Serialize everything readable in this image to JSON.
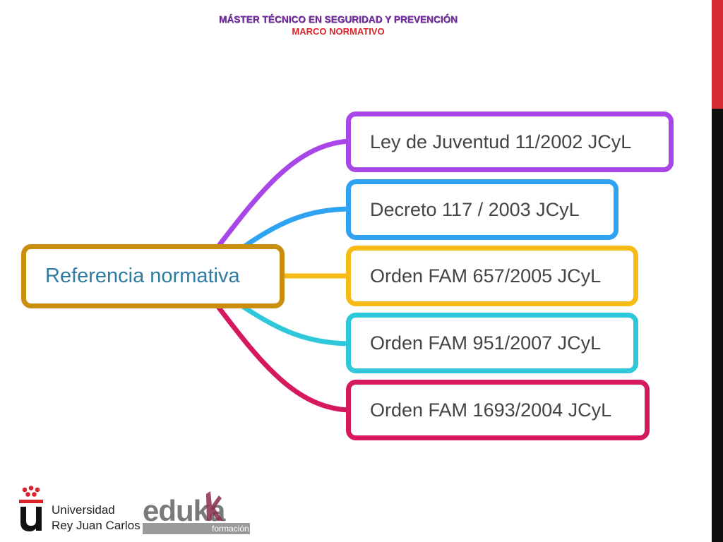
{
  "header": {
    "title": "MÁSTER TÉCNICO EN SEGURIDAD Y PREVENCIÓN",
    "subtitle": "MARCO NORMATIVO"
  },
  "diagram": {
    "root": {
      "label": "Referencia normativa",
      "color": "#c98e10"
    },
    "branches": [
      {
        "label": "Ley de Juventud 11/2002 JCyL",
        "color": "#a846e8"
      },
      {
        "label": "Decreto 117 / 2003 JCyL",
        "color": "#2ea3f2"
      },
      {
        "label": "Orden FAM 657/2005 JCyL",
        "color": "#f7bb18"
      },
      {
        "label": "Orden FAM 951/2007 JCyL",
        "color": "#2fc8db"
      },
      {
        "label": "Orden FAM 1693/2004 JCyL",
        "color": "#d6195e"
      }
    ]
  },
  "footer": {
    "university_line1": "Universidad",
    "university_line2": "Rey Juan Carlos",
    "eduka_logo_text": "eduka",
    "eduka_logo_sub": "formación"
  },
  "colors": {
    "accent_red": "#d62d32",
    "accent_black": "#0e0e0e",
    "title_purple": "#7a2fa8",
    "subtitle_red": "#d8232a"
  }
}
